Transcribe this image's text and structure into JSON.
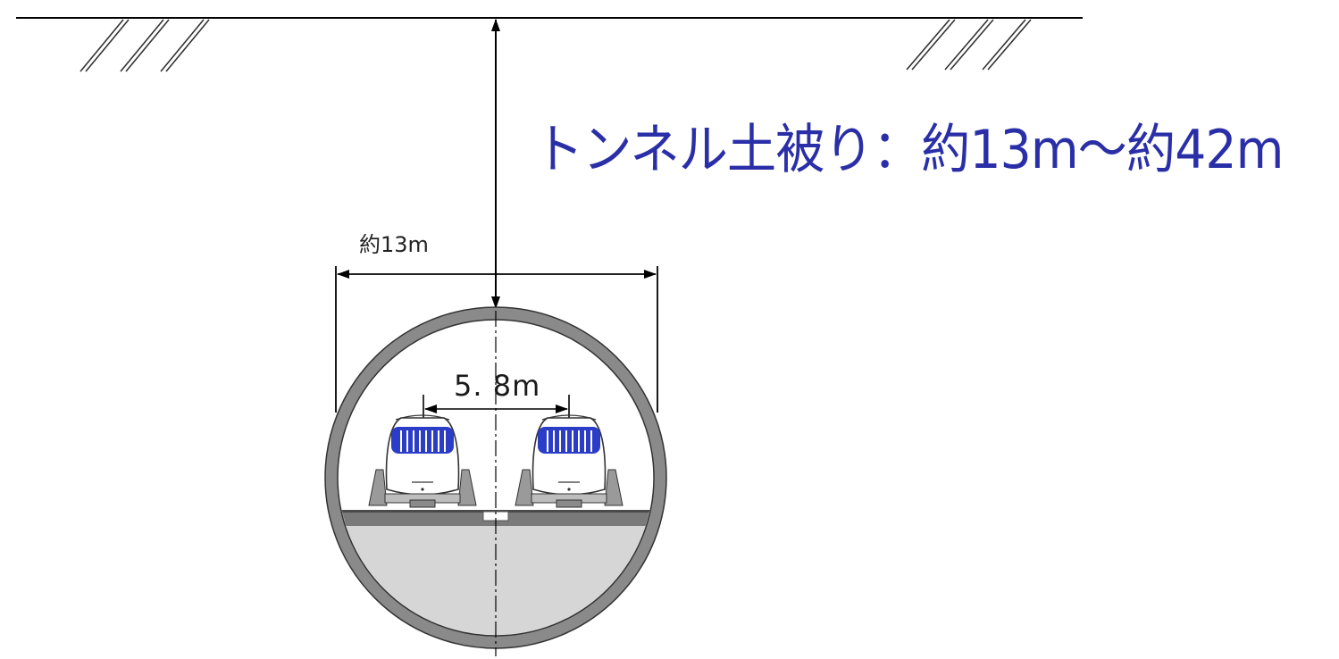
{
  "labels": {
    "cover_depth": "トンネル土被り：約13m〜約42m",
    "tunnel_width": "約13m",
    "track_spacing": "5. 8m"
  },
  "colors": {
    "label_blue": "#2a2fa8",
    "train_blue": "#2b3cc6",
    "lining_gray": "#8a8a8a",
    "invert_gray": "#d6d6d6",
    "line": "#000000"
  },
  "icons": {
    "left_train": "shinkansen-front-icon",
    "right_train": "shinkansen-front-icon",
    "ground_hatch": "ground-hatch-icon"
  }
}
